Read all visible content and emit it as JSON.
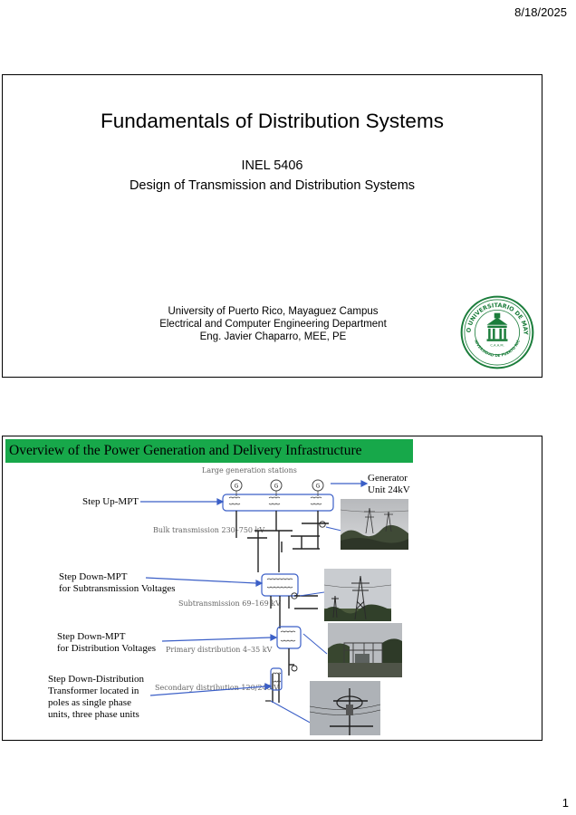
{
  "header": {
    "date": "8/18/2025"
  },
  "footer": {
    "page_number": "1"
  },
  "slide1": {
    "title": "Fundamentals of Distribution Systems",
    "course": "INEL 5406",
    "subtitle": "Design of Transmission and Distribution Systems",
    "institution": [
      "University of Puerto Rico, Mayaguez Campus",
      "Electrical and Computer Engineering Department",
      "Eng. Javier Chaparro, MEE, PE"
    ],
    "seal": {
      "top_text": "RECINTO UNIVERSITARIO DE MAYAGUEZ",
      "bottom_text": "UNIVERSIDAD DE PUERTO RICO",
      "center_text": "C.A.A.M.",
      "color": "#1b7d3b"
    }
  },
  "slide2": {
    "title": "Overview of the Power Generation and Delivery Infrastructure",
    "title_bg": "#17a84a",
    "diagram": {
      "generation_label": "Large generation stations",
      "generator_symbol": "G",
      "bulk_label": "Bulk transmission 230–750 kV",
      "subtrans_label": "Subtransmission 69–169 kV",
      "primary_label": "Primary distribution 4–35 kV",
      "secondary_label": "Secondary distribution 120/240 V"
    },
    "annotations": {
      "generator": [
        "Generator",
        "Unit 24kV"
      ],
      "step_up": "Step Up-MPT",
      "step_down_sub": [
        "Step Down-MPT",
        "for Subtransmission Voltages"
      ],
      "step_down_dist": [
        "Step Down-MPT",
        "for Distribution Voltages"
      ],
      "step_down_xfmr": [
        "Step Down-Distribution",
        "Transformer located in",
        "poles as single phase",
        "units, three phase units"
      ]
    },
    "accent_color": "#3b5fc7"
  }
}
